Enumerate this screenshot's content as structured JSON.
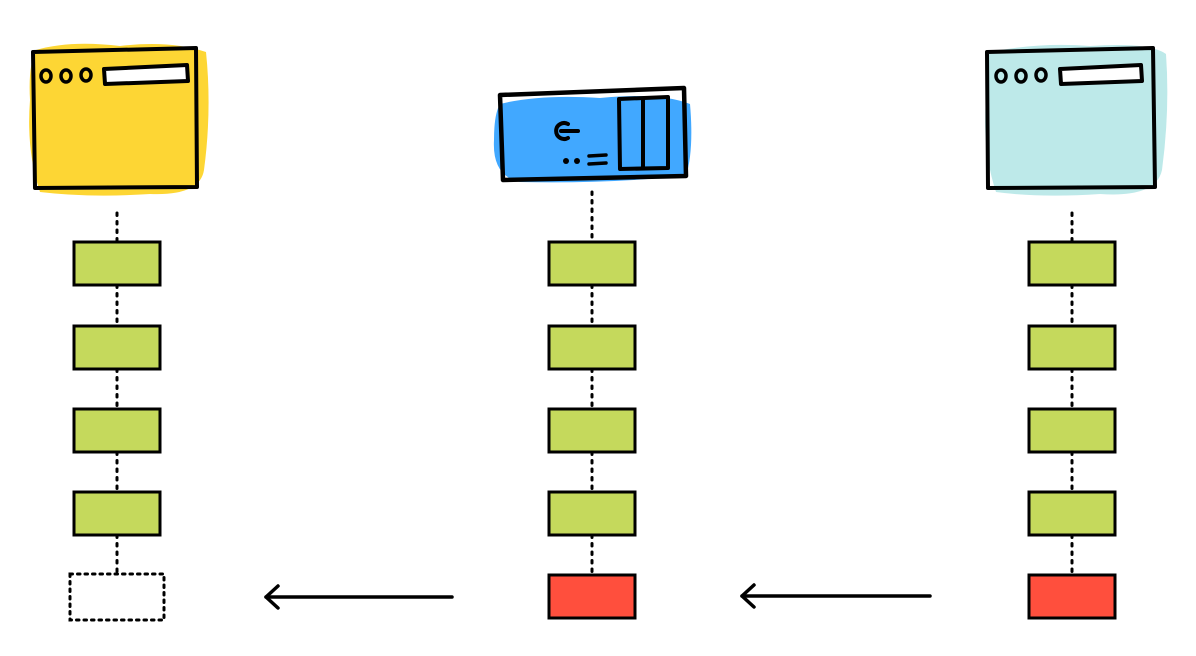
{
  "colors": {
    "background": "#ffffff",
    "outline": "#000000",
    "browser_left_fill": "#fdd634",
    "server_fill": "#41a8ff",
    "browser_right_fill": "#bde9e9",
    "block_green": "#c5d95c",
    "block_red": "#ff4f3d"
  },
  "columns": [
    {
      "id": "left",
      "node": {
        "kind": "browser-window",
        "icon": "browser-window-icon",
        "color": "#fdd634"
      },
      "blocks": [
        "green",
        "green",
        "green",
        "green",
        "empty"
      ]
    },
    {
      "id": "middle",
      "node": {
        "kind": "server",
        "icon": "server-icon",
        "color": "#41a8ff"
      },
      "blocks": [
        "green",
        "green",
        "green",
        "green",
        "red"
      ]
    },
    {
      "id": "right",
      "node": {
        "kind": "browser-window",
        "icon": "browser-window-icon",
        "color": "#bde9e9"
      },
      "blocks": [
        "green",
        "green",
        "green",
        "green",
        "red"
      ]
    }
  ],
  "arrows": [
    {
      "from": "middle",
      "to": "left",
      "direction": "left"
    },
    {
      "from": "right",
      "to": "middle",
      "direction": "left"
    }
  ]
}
